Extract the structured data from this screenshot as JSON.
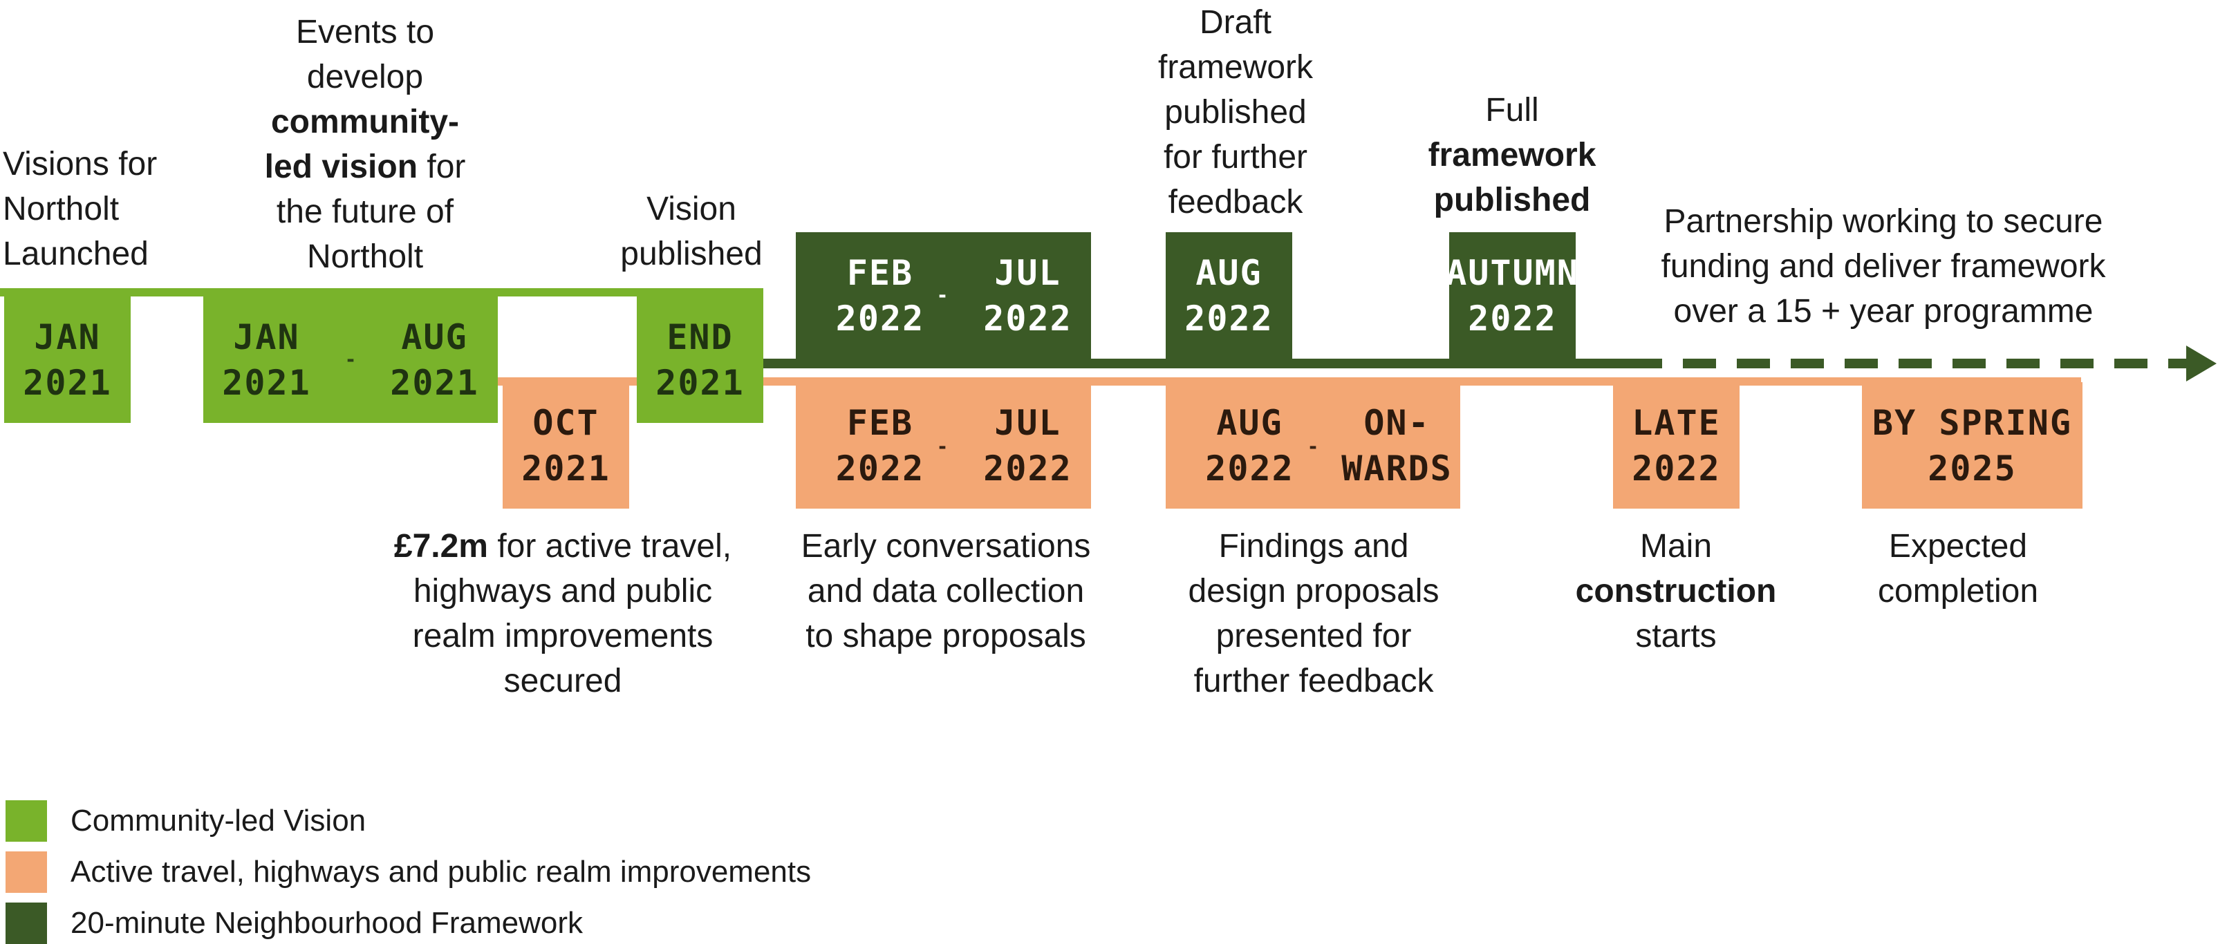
{
  "colors": {
    "community": "#79b32b",
    "active_travel": "#f3a774",
    "framework": "#3b5a26"
  },
  "upper_labels": {
    "visions_launched": [
      "Visions for",
      "Northolt",
      "Launched"
    ],
    "events": {
      "line1": "Events to",
      "line2": "develop",
      "line3_bold": "community-",
      "line4_bold": "led vision",
      "line4_rest": " for",
      "line5": "the future of",
      "line6": "Northolt"
    },
    "vision_published": [
      "Vision",
      "published"
    ],
    "draft_framework": [
      "Draft",
      "framework",
      "published",
      "for further",
      "feedback"
    ],
    "full_framework": {
      "line1": "Full",
      "line2_bold": "framework",
      "line3_bold": "published"
    },
    "partnership": [
      "Partnership working to secure",
      "funding and deliver framework",
      "over a 15 + year programme"
    ]
  },
  "boxes": {
    "jan2021": "JAN\n2021",
    "jan2021b": "JAN\n2021",
    "aug2021": "AUG\n2021",
    "end2021": "END\n2021",
    "oct2021": "OCT\n2021",
    "feb2022_dark": "FEB\n2022",
    "jul2022_dark": "JUL\n2022",
    "aug2022_dark": "AUG\n2022",
    "autumn2022": "AUTUMN\n2022",
    "feb2022_orange": "FEB\n2022",
    "jul2022_orange": "JUL\n2022",
    "aug2022_orange": "AUG\n2022",
    "onwards": "ON-\nWARDS",
    "late2022": "LATE\n2022",
    "spring2025": "BY SPRING\n2025"
  },
  "range_separator": "-",
  "lower_labels": {
    "funding": {
      "line1_bold": "£7.2m",
      "line1_rest": " for active travel,",
      "line2": "highways and public",
      "line3": "realm improvements",
      "line4": "secured"
    },
    "early_conversations": [
      "Early conversations",
      "and data collection",
      "to shape proposals"
    ],
    "findings": [
      "Findings and",
      "design proposals",
      "presented for",
      "further feedback"
    ],
    "construction": {
      "line1": "Main",
      "line2_bold": "construction",
      "line3": "starts"
    },
    "completion": [
      "Expected",
      "completion"
    ]
  },
  "legend": [
    {
      "label": "Community-led Vision"
    },
    {
      "label": "Active travel, highways and public realm improvements"
    },
    {
      "label": "20-minute Neighbourhood Framework"
    }
  ]
}
